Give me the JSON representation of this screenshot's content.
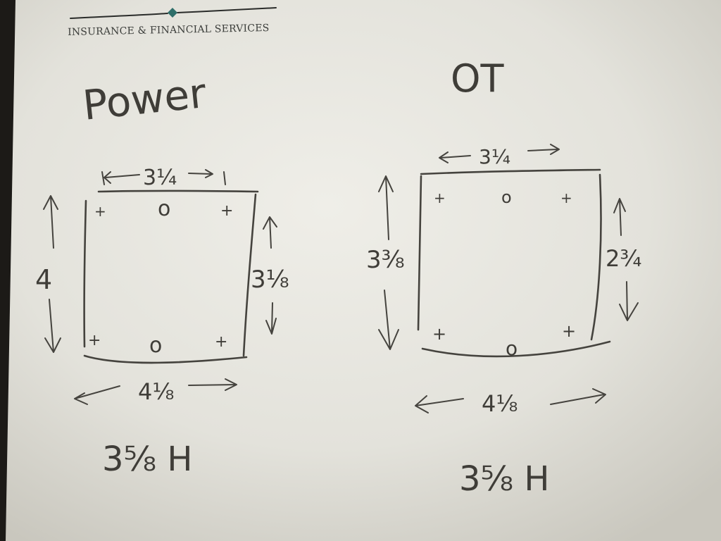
{
  "letterhead": {
    "company_line": "INSURANCE & FINANCIAL SERVICES",
    "accent_color": "#2f6f6a"
  },
  "left_sketch": {
    "title": "Power",
    "top_width": "3¼",
    "left_height": "4",
    "right_height": "3⅛",
    "bottom_width": "4⅛",
    "depth_note": "3⅝ H",
    "corner_marks": [
      "+",
      "o",
      "+",
      "+",
      "o",
      "+"
    ]
  },
  "right_sketch": {
    "title": "OT",
    "top_width": "3¼",
    "left_height": "3⅜",
    "right_height": "2¾",
    "bottom_width": "4⅛",
    "depth_note": "3⅝ H",
    "corner_marks": [
      "+",
      "o",
      "+",
      "+",
      "o",
      "+"
    ]
  },
  "colors": {
    "paper_light": "#ecebe4",
    "paper_shadow": "#cfcdc4",
    "pencil": "#3f3d38",
    "background": "#1c1a17"
  }
}
